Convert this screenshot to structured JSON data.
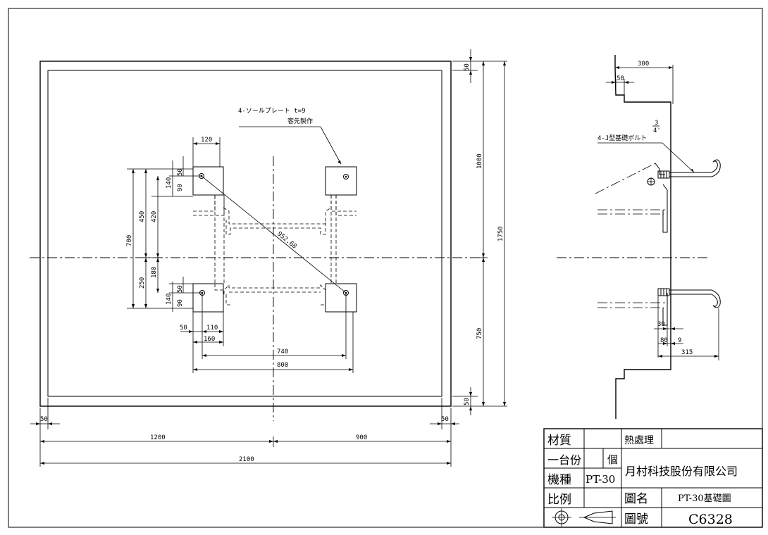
{
  "plan": {
    "note_sole_plate": "4-ソールプレート t=9",
    "note_supplier": "客先製作",
    "dims": {
      "d50_top": "50",
      "d1000": "1000",
      "d1750": "1750",
      "d750": "750",
      "d50_bot": "50",
      "d120": "120",
      "d50_a": "50",
      "d140_a": "140",
      "d90_a": "90",
      "d700": "700",
      "d450": "450",
      "d420": "420",
      "d180": "180",
      "d250": "250",
      "d50_b": "50",
      "d140_b": "140",
      "d90_b": "90",
      "d952": "952.68",
      "d50_c": "50",
      "d110": "110",
      "d160": "160",
      "d740": "740",
      "d800": "800",
      "d50_left": "50",
      "d50_right": "50",
      "d1200": "1200",
      "d900": "900",
      "d2100": "2100"
    }
  },
  "side": {
    "d300": "300",
    "d50": "50",
    "bolt_size_top": "3",
    "bolt_size_bot": "4'",
    "bolt_note": "4-J型基礎ボルト",
    "d30": "30",
    "d80": "80",
    "d9": "9",
    "d315": "315"
  },
  "title_block": {
    "material_label": "材質",
    "heat_label": "熱處理",
    "set_label": "一台份",
    "piece_label": "個",
    "model_label": "機種",
    "model_value": "PT-30",
    "company": "月村科技股份有限公司",
    "scale_label": "比例",
    "name_label": "圖名",
    "name_value": "PT-30基礎圖",
    "number_label": "圖號",
    "number_value": "C6328"
  }
}
